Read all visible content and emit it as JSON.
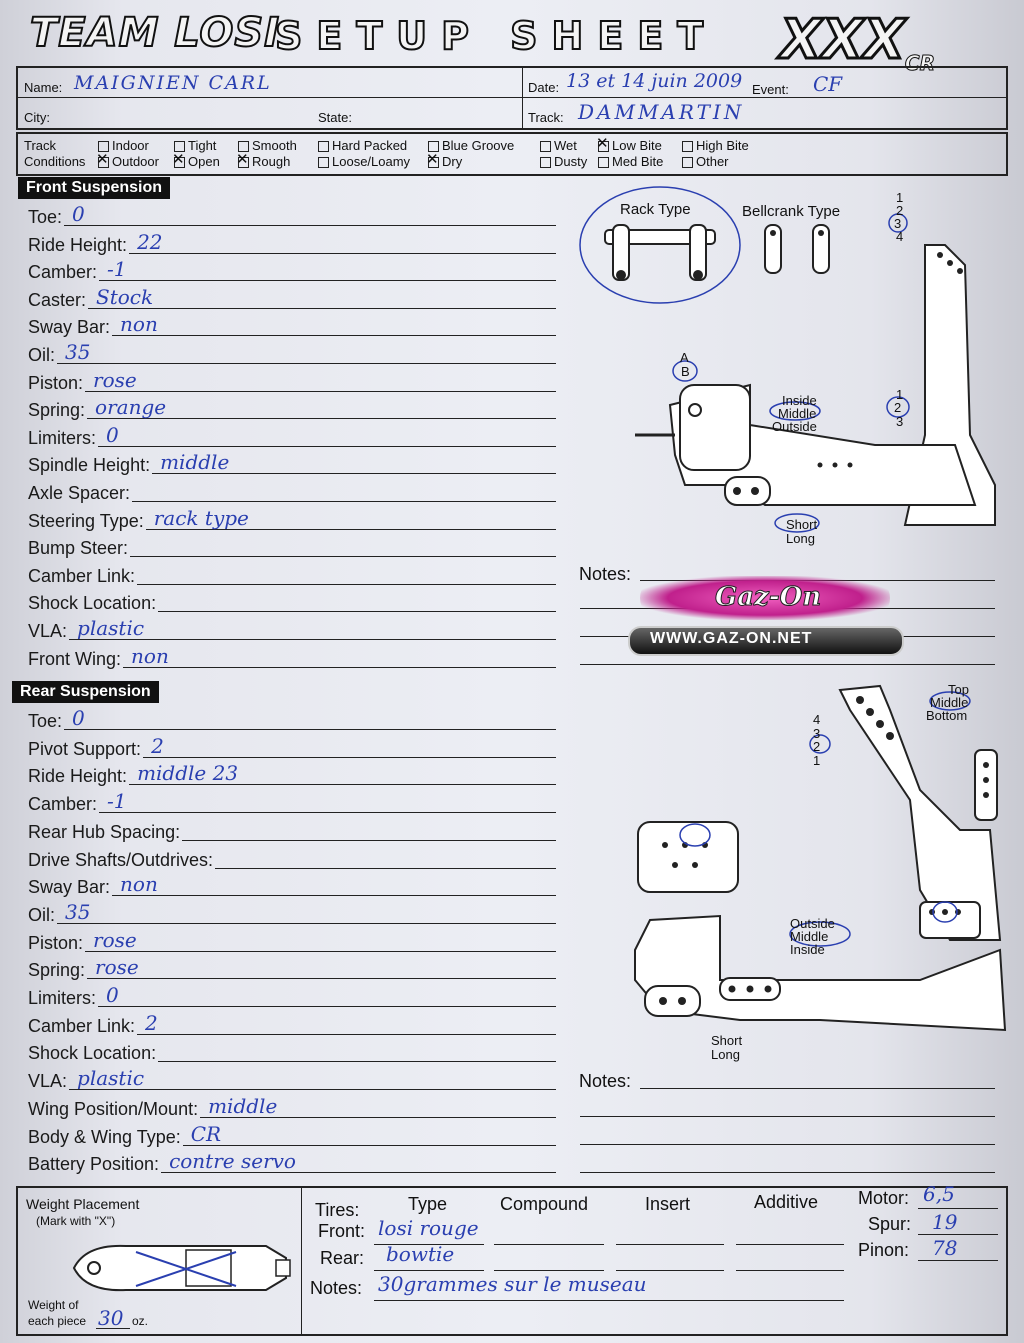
{
  "header": {
    "logo_brand": "TEAM LOSI",
    "sheet_title": "SETUP SHEET",
    "model": "XXX",
    "model_suffix": "CR"
  },
  "info": {
    "name_label": "Name:",
    "name_value": "MAIGNIEN CARL",
    "date_label": "Date:",
    "date_value": "13 et 14 juin 2009",
    "event_label": "Event:",
    "event_value": "CF",
    "city_label": "City:",
    "state_label": "State:",
    "track_label": "Track:",
    "track_value": "DAMMARTIN"
  },
  "conditions": {
    "title_1": "Track",
    "title_2": "Conditions",
    "items": [
      {
        "label": "Indoor",
        "checked": false
      },
      {
        "label": "Outdoor",
        "checked": true
      },
      {
        "label": "Tight",
        "checked": false
      },
      {
        "label": "Open",
        "checked": true
      },
      {
        "label": "Smooth",
        "checked": false
      },
      {
        "label": "Rough",
        "checked": true
      },
      {
        "label": "Hard Packed",
        "checked": false
      },
      {
        "label": "Loose/Loamy",
        "checked": false
      },
      {
        "label": "Blue Groove",
        "checked": false
      },
      {
        "label": "Dry",
        "checked": true
      },
      {
        "label": "Wet",
        "checked": false
      },
      {
        "label": "Dusty",
        "checked": false
      },
      {
        "label": "Low Bite",
        "checked": true
      },
      {
        "label": "Med Bite",
        "checked": false
      },
      {
        "label": "High Bite",
        "checked": false
      },
      {
        "label": "Other",
        "checked": false
      }
    ]
  },
  "front": {
    "title": "Front Suspension",
    "rows": [
      {
        "label": "Toe:",
        "value": "0"
      },
      {
        "label": "Ride Height:",
        "value": "22"
      },
      {
        "label": "Camber:",
        "value": "-1"
      },
      {
        "label": "Caster:",
        "value": "Stock"
      },
      {
        "label": "Sway Bar:",
        "value": "non"
      },
      {
        "label": "Oil:",
        "value": "35"
      },
      {
        "label": "Piston:",
        "value": "rose"
      },
      {
        "label": "Spring:",
        "value": "orange"
      },
      {
        "label": "Limiters:",
        "value": "0"
      },
      {
        "label": "Spindle Height:",
        "value": "middle"
      },
      {
        "label": "Axle Spacer:",
        "value": ""
      },
      {
        "label": "Steering Type:",
        "value": "rack type"
      },
      {
        "label": "Bump Steer:",
        "value": ""
      },
      {
        "label": "Camber Link:",
        "value": ""
      },
      {
        "label": "Shock Location:",
        "value": ""
      },
      {
        "label": "VLA:",
        "value": "plastic"
      },
      {
        "label": "Front Wing:",
        "value": "non"
      }
    ],
    "rack_type": "Rack Type",
    "bellcrank_type": "Bellcrank Type",
    "notes_label": "Notes:",
    "diagram_labels": {
      "a": "A",
      "b": "B",
      "inside": "Inside",
      "middle": "Middle",
      "outside": "Outside",
      "short": "Short",
      "long": "Long",
      "n1": "1",
      "n2": "2",
      "n3": "3",
      "n4": "4"
    }
  },
  "watermark": {
    "brand": "Gaz-On",
    "url": "WWW.GAZ-ON.NET"
  },
  "rear": {
    "title": "Rear Suspension",
    "rows": [
      {
        "label": "Toe:",
        "value": "0"
      },
      {
        "label": "Pivot Support:",
        "value": "2"
      },
      {
        "label": "Ride Height:",
        "value": "middle 23"
      },
      {
        "label": "Camber:",
        "value": "-1"
      },
      {
        "label": "Rear Hub Spacing:",
        "value": ""
      },
      {
        "label": "Drive Shafts/Outdrives:",
        "value": ""
      },
      {
        "label": "Sway Bar:",
        "value": "non"
      },
      {
        "label": "Oil:",
        "value": "35"
      },
      {
        "label": "Piston:",
        "value": "rose"
      },
      {
        "label": "Spring:",
        "value": "rose"
      },
      {
        "label": "Limiters:",
        "value": "0"
      },
      {
        "label": "Camber Link:",
        "value": "2"
      },
      {
        "label": "Shock Location:",
        "value": ""
      },
      {
        "label": "VLA:",
        "value": "plastic"
      },
      {
        "label": "Wing Position/Mount:",
        "value": "middle"
      },
      {
        "label": "Body & Wing Type:",
        "value": "CR"
      },
      {
        "label": "Battery Position:",
        "value": "contre servo"
      }
    ],
    "notes_label": "Notes:",
    "diagram_labels": {
      "top": "Top",
      "middle": "Middle",
      "bottom": "Bottom",
      "outside": "Outside",
      "inside": "Inside",
      "short": "Short",
      "long": "Long",
      "n1": "1",
      "n2": "2",
      "n3": "3",
      "n4": "4"
    }
  },
  "bottom": {
    "weight_title": "Weight Placement",
    "weight_sub": "(Mark with \"X\")",
    "weight_each_1": "Weight of",
    "weight_each_2": "each piece",
    "weight_value": "30",
    "weight_unit": "oz.",
    "tires_label": "Tires:",
    "type_h": "Type",
    "compound_h": "Compound",
    "insert_h": "Insert",
    "additive_h": "Additive",
    "front_label": "Front:",
    "front_type": "losi rouge",
    "rear_label": "Rear:",
    "rear_type": "bowtie",
    "notes_label": "Notes:",
    "notes_value": "30grammes sur le museau",
    "motor_label": "Motor:",
    "motor_value": "6,5",
    "spur_label": "Spur:",
    "spur_value": "19",
    "pinon_label": "Pinon:",
    "pinon_value": "78"
  }
}
